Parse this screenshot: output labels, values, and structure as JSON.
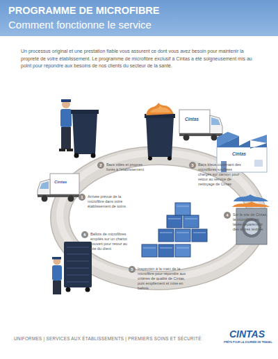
{
  "diagram": {
    "title": "PROGRAMME DE MICROFIBRE",
    "nodes": [
      {
        "text": [
          "1",
          "Arrivée prévue de la microfibre dans votre établissement de soins"
        ]
      },
      {
        "text": [
          "2",
          "Bacs vides et propres livrés à l'établissement"
        ]
      },
      {
        "text": [
          "3",
          "Bacs bleus contenant des microfibres souillées chargés sur camion pour retour au service de nettoyage de Cintas"
        ]
      },
      {
        "text": [
          "4",
          "Sur le site de Cintas, la microfibre est lavée séparément des autres textiles"
        ]
      },
      {
        "text": [
          "5",
          "Inspection à la main de la microfibre pour répondre aux critères de qualité de Cintas, puis empilement et mise en ballots"
        ]
      },
      {
        "text": [
          "6",
          "Ballots de microfibres empilés sur un chariot couvert pour retour au site du client"
        ]
      }
    ],
    "labels": [
      "Comment fonctionne le service",
      "Un processus original et une prestation fiable vous assurent ce dont vous avez besoin pour maintenir la propreté de votre établissement. Le programme de microfibre exclusif à Cintas a été soigneusement mis au point pour répondre aux besoins de nos clients du secteur de la santé.",
      "Cintas",
      "Cintas",
      "Cintas",
      "UNIFORMES | SERVICES AUX ÉTABLISSEMENTS | PREMIERS SOINS ET SÉCURITÉ",
      "CINTAS",
      "PRÊTS POUR LA JOURNÉE DE TRAVAIL."
    ]
  }
}
